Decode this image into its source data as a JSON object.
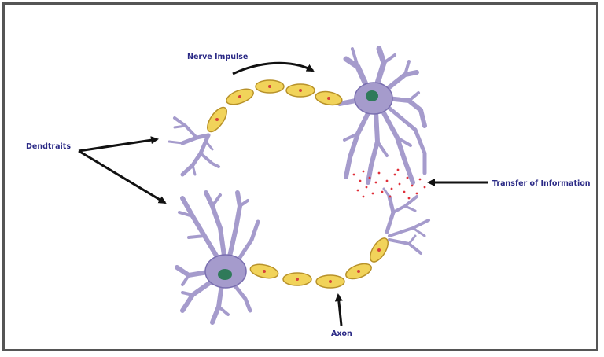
{
  "labels": {
    "nerve_impulse": "Nerve Impulse",
    "dendrites": "Dendtraits",
    "transfer": "Transfer of Information",
    "axon": "Axon"
  },
  "colors": {
    "neuron_body": "#a59bcc",
    "neuron_outline": "#7a6fb0",
    "nucleus": "#2f7a5a",
    "myelin": "#f1d35a",
    "myelin_outline": "#b8922a",
    "myelin_dot": "#d7413a",
    "label": "#2b2a86",
    "arrow": "#111111",
    "neurotransmitter": "#e0303a"
  }
}
